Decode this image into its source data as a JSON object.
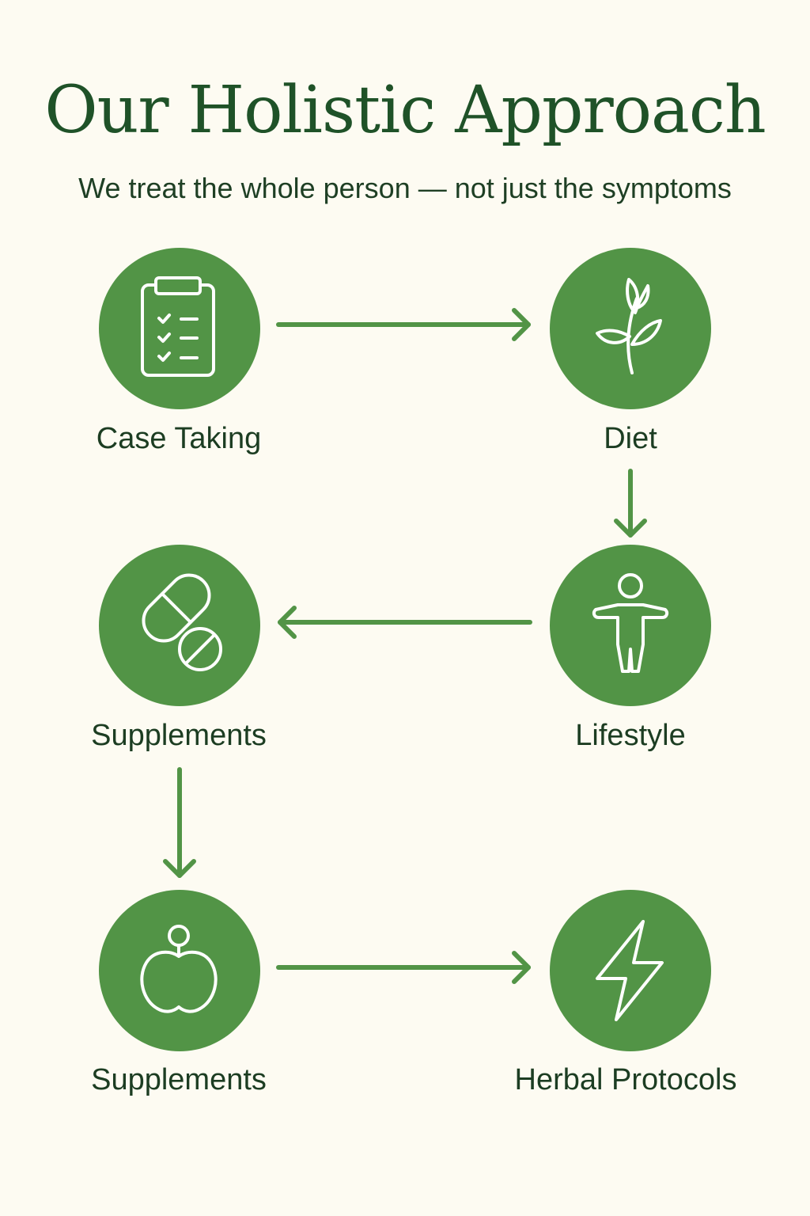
{
  "header": {
    "title": "Our Holistic Approach",
    "subtitle": "We treat the whole person — not just the symptoms"
  },
  "colors": {
    "background": "#fdfbf2",
    "circle": "#529446",
    "arrow": "#529446",
    "title": "#1f5228",
    "text": "#1c3d22"
  },
  "steps": [
    {
      "label": "Case Taking",
      "icon": "clipboard-checklist-icon"
    },
    {
      "label": "Diet",
      "icon": "sprout-leaf-icon"
    },
    {
      "label": "Lifestyle",
      "icon": "person-figure-icon"
    },
    {
      "label": "Supplements",
      "icon": "capsule-pill-icon"
    },
    {
      "label": "Supplements",
      "icon": "apple-icon"
    },
    {
      "label": "Herbal Protocols",
      "icon": "lightning-bolt-icon"
    }
  ]
}
